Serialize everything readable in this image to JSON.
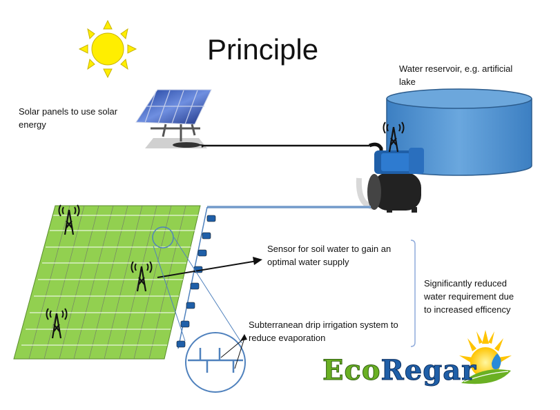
{
  "title": "Principle",
  "labels": {
    "solar": "Solar panels to use solar energy",
    "reservoir": "Water reservoir, e.g. artificial lake",
    "sensor": "Sensor for soil water to gain an optimal water supply",
    "drip": "Subterranean drip irrigation system to reduce evaporation",
    "reduced": "Significantly reduced water requirement due to increased efficency"
  },
  "logo": {
    "part1": "Eco",
    "part2": "Regar"
  },
  "colors": {
    "sun": "#ffee00",
    "field": "#92d050",
    "reservoir": "#4f8fc9",
    "pipe": "#4f81bd",
    "logo_green": "#6ab023",
    "logo_blue": "#1f5fa8"
  }
}
